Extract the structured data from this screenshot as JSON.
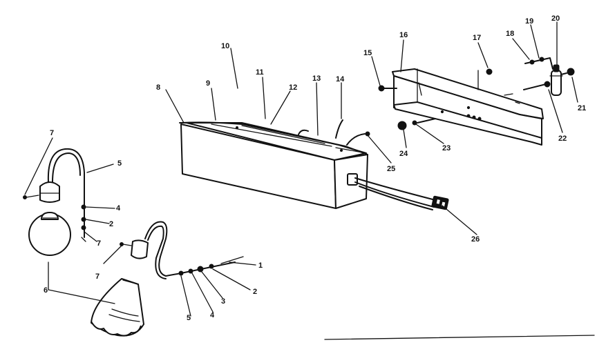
{
  "diagram": {
    "callouts": [
      {
        "id": "c1",
        "label": "1"
      },
      {
        "id": "c2a",
        "label": "2"
      },
      {
        "id": "c2b",
        "label": "2"
      },
      {
        "id": "c3",
        "label": "3"
      },
      {
        "id": "c4a",
        "label": "4"
      },
      {
        "id": "c4b",
        "label": "4"
      },
      {
        "id": "c5a",
        "label": "5"
      },
      {
        "id": "c5b",
        "label": "5"
      },
      {
        "id": "c6",
        "label": "6"
      },
      {
        "id": "c7a",
        "label": "7"
      },
      {
        "id": "c7b",
        "label": "7"
      },
      {
        "id": "c7c",
        "label": "7"
      },
      {
        "id": "c8",
        "label": "8"
      },
      {
        "id": "c9",
        "label": "9"
      },
      {
        "id": "c10",
        "label": "10"
      },
      {
        "id": "c11",
        "label": "11"
      },
      {
        "id": "c12",
        "label": "12"
      },
      {
        "id": "c13",
        "label": "13"
      },
      {
        "id": "c14",
        "label": "14"
      },
      {
        "id": "c15",
        "label": "15"
      },
      {
        "id": "c16",
        "label": "16"
      },
      {
        "id": "c17",
        "label": "17"
      },
      {
        "id": "c18",
        "label": "18"
      },
      {
        "id": "c19",
        "label": "19"
      },
      {
        "id": "c20",
        "label": "20"
      },
      {
        "id": "c21",
        "label": "21"
      },
      {
        "id": "c22",
        "label": "22"
      },
      {
        "id": "c23",
        "label": "23"
      },
      {
        "id": "c24",
        "label": "24"
      },
      {
        "id": "c25",
        "label": "25"
      },
      {
        "id": "c26",
        "label": "26"
      }
    ]
  }
}
